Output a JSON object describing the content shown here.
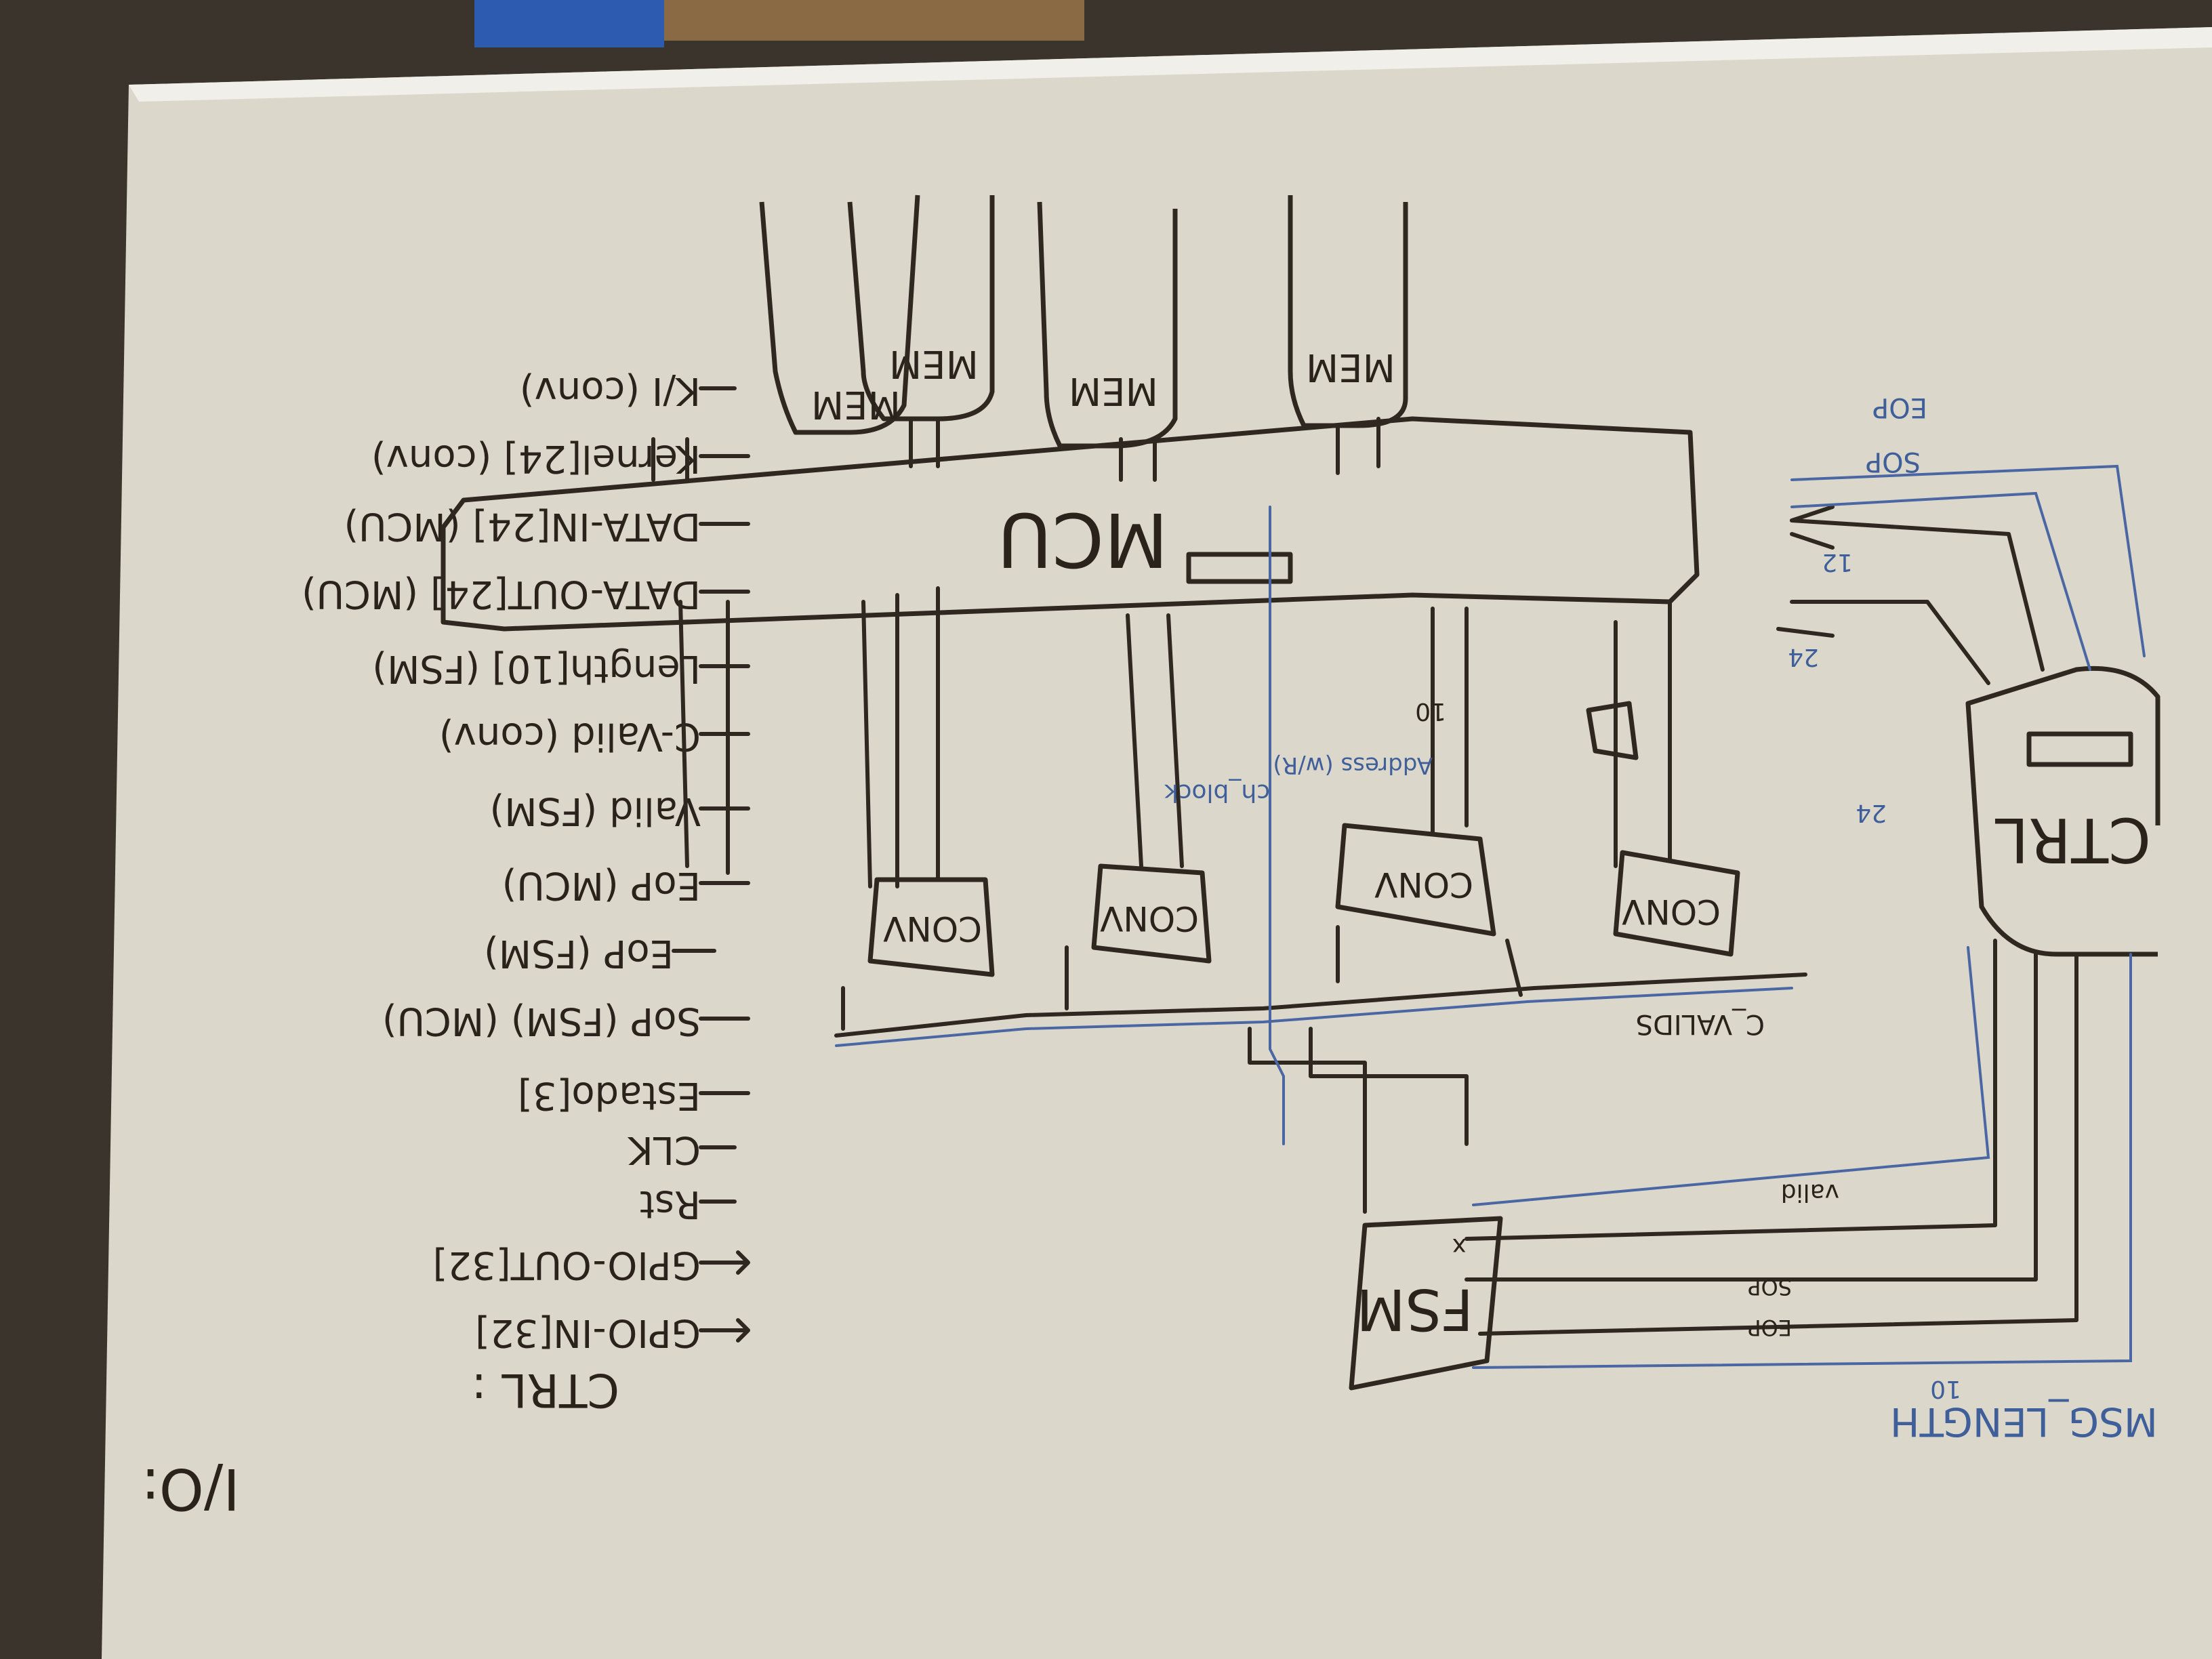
{
  "board": {
    "io_label": "I/O:",
    "ctrl_label": "CTRL :"
  },
  "io_list": [
    "K/I (conv)",
    "Kernel[24] (conv)",
    "DATA-IN[24] (MCU)",
    "DATA-OUT[24] (MCU)",
    "Length[10] (FSM)",
    "C-Valid (conv)",
    "Valid (FSM)",
    "EoP (MCU)",
    "EoP (FSM)",
    "SoP (FSM) (MCU)",
    "Estado[3]",
    "CLK",
    "Rst",
    "GPIO-OUT[32]",
    "GPIO-IN[32]"
  ],
  "blocks": {
    "mem": [
      "MEM",
      "MEM",
      "MEM",
      "MEM"
    ],
    "mcu": "MCU",
    "conv": [
      "CONV",
      "CONV",
      "CONV",
      "CONV"
    ],
    "ctrl": "CTRL",
    "fsm": "FSM"
  },
  "signals": {
    "eop_top": "EOP",
    "sop_top": "SOP",
    "w12": "12",
    "w24a": "24",
    "w24b": "24",
    "w10a": "10",
    "address": "Address (w/R)",
    "ch_block": "ch_block",
    "c_valids": "C_VALIDS",
    "valid": "valid",
    "sop_bottom": "SOP",
    "eop_bottom": "EOP",
    "w10b": "10",
    "msg_length": "MSG_LENGTH",
    "x_mark": "x"
  }
}
